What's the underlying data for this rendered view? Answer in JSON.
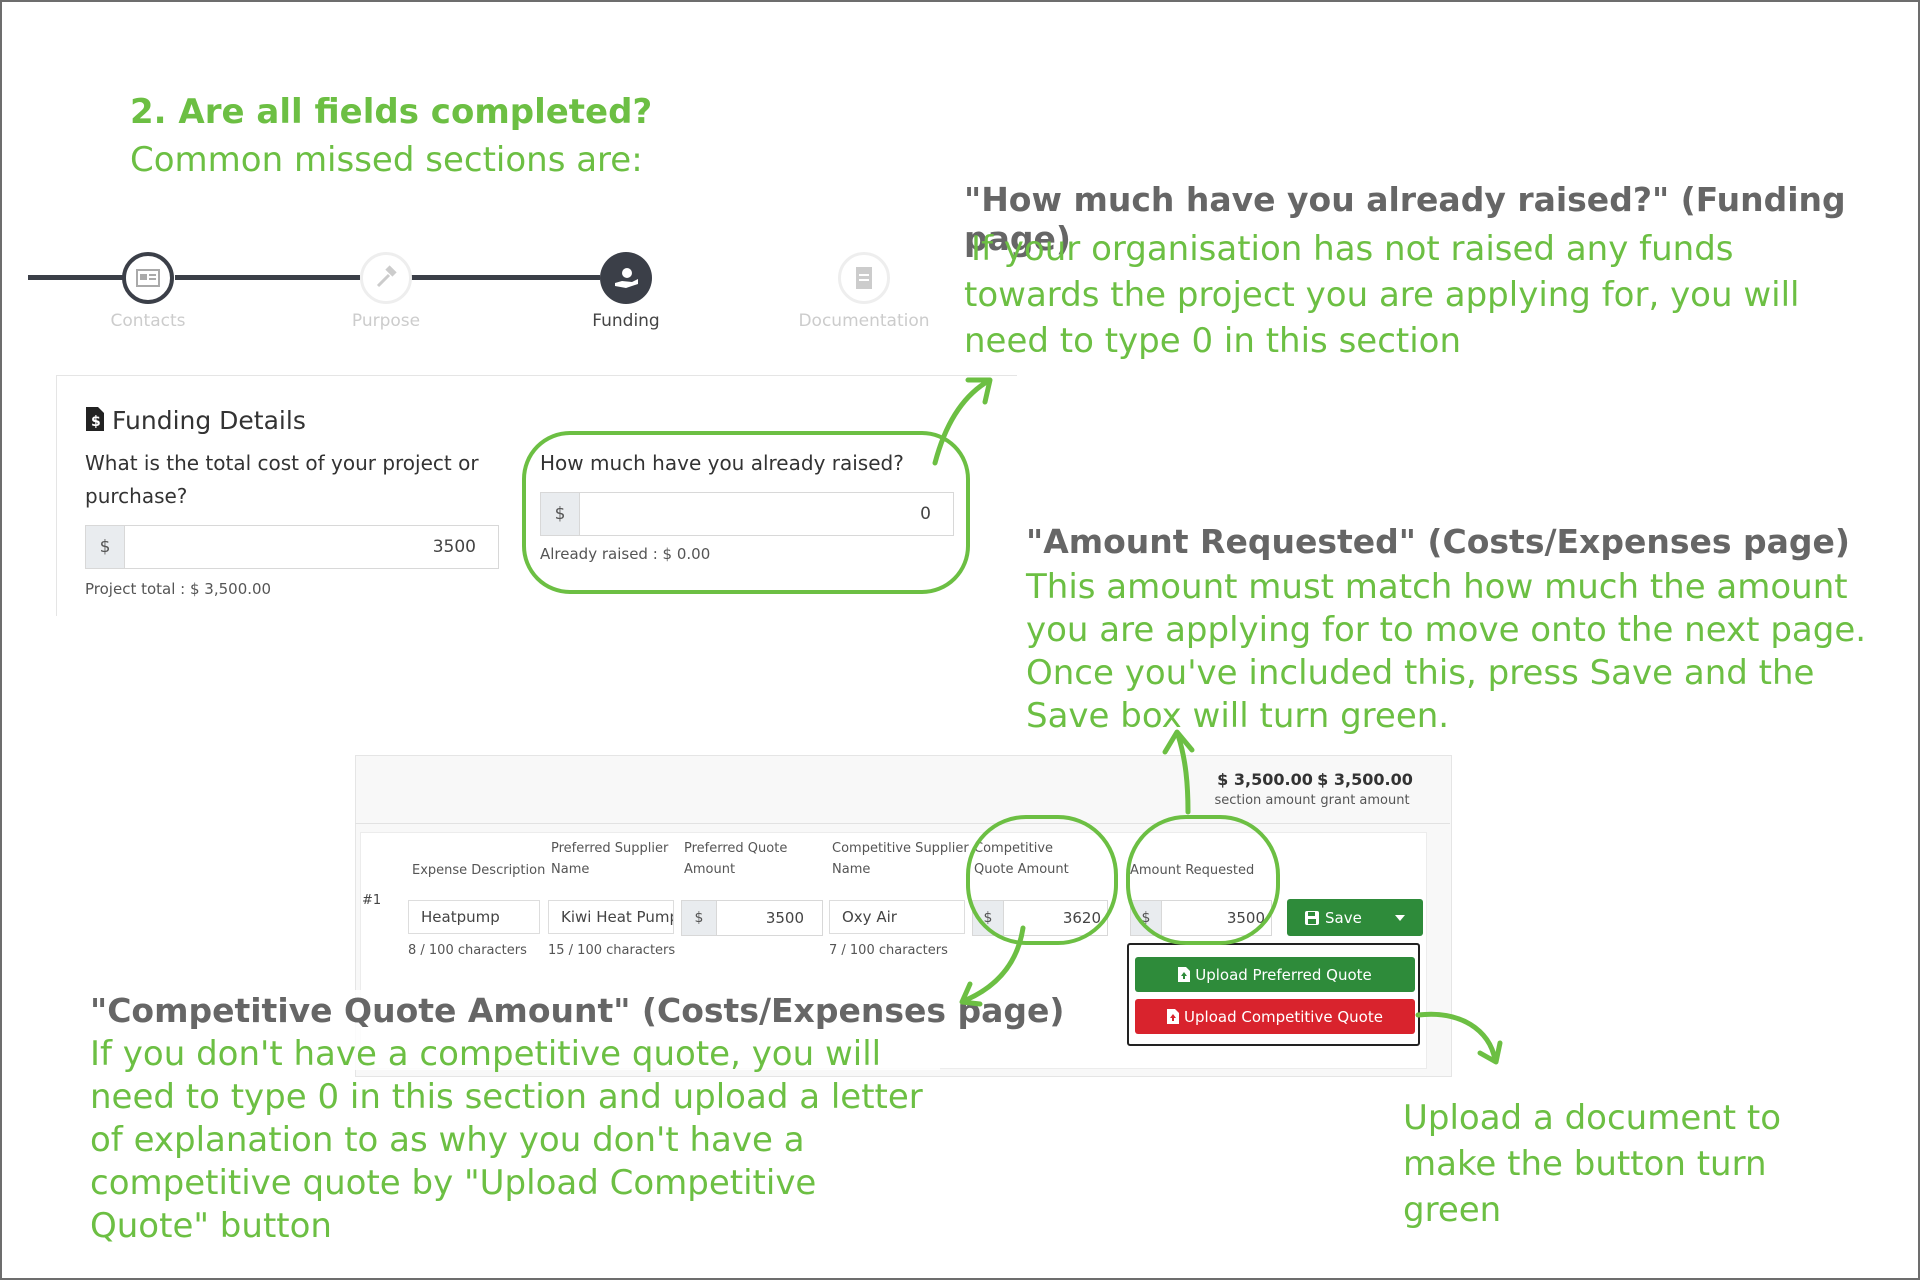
{
  "intro": {
    "heading": "2. Are all fields completed?",
    "subheading": "Common missed sections are:"
  },
  "stepper": {
    "steps": [
      {
        "label": "Contacts",
        "icon": "id-card-icon",
        "state": "done"
      },
      {
        "label": "Purpose",
        "icon": "hammer-icon",
        "state": "inactive"
      },
      {
        "label": "Funding",
        "icon": "hand-money-icon",
        "state": "active"
      },
      {
        "label": "Documentation",
        "icon": "document-icon",
        "state": "inactive"
      }
    ]
  },
  "funding_details": {
    "title": "Funding Details",
    "total_cost_label": "What is the total cost of your project or purchase?",
    "currency": "$",
    "total_cost_value": "3500",
    "project_total": "Project total : $ 3,500.00",
    "raised_label": "How much have you already raised?",
    "raised_value": "0",
    "already_raised": "Already raised : $ 0.00"
  },
  "notes": {
    "raised_title": "\"How much have you already raised?\" (Funding page)",
    "raised_body": "If your organisation has not raised any funds towards the project you are applying for, you will need to type 0 in this section",
    "amount_title": "\"Amount Requested\" (Costs/Expenses page)",
    "amount_body": "This amount must match how much the amount you are applying for to move onto the next page. Once you've included this, press Save and the Save box will turn green.",
    "competitive_title": "\"Competitive Quote Amount\" (Costs/Expenses page)",
    "competitive_body": "If you don't have a competitive quote, you will need to type 0 in this section and upload a letter of explanation to as why you  don't have a competitive quote by \"Upload Competitive Quote\" button",
    "upload_body": "Upload a document to make the button turn green"
  },
  "expenses": {
    "section_amount": "$ 3,500.00",
    "section_amount_label": "section amount",
    "grant_amount": "$ 3,500.00",
    "grant_amount_label": "grant amount",
    "headers": {
      "expense_description": "Expense Description",
      "preferred_supplier": "Preferred Supplier Name",
      "preferred_quote": "Preferred Quote Amount",
      "competitive_supplier": "Competitive Supplier Name",
      "competitive_quote": "Competitive Quote Amount",
      "amount_requested": "Amount Requested"
    },
    "row": {
      "index": "#1",
      "expense_description": "Heatpump",
      "expense_description_count": "8 / 100 characters",
      "preferred_supplier": "Kiwi Heat Pump",
      "preferred_supplier_count": "15 / 100 characters",
      "preferred_quote": "3500",
      "competitive_supplier": "Oxy Air",
      "competitive_supplier_count": "7 / 100 characters",
      "competitive_quote": "3620",
      "amount_requested": "3500"
    },
    "save_label": "Save",
    "upload_preferred": "Upload Preferred Quote",
    "upload_competitive": "Upload Competitive Quote"
  },
  "colors": {
    "accent_green": "#6cbf43",
    "button_green": "#2e8b3a",
    "button_red": "#d9232d"
  }
}
